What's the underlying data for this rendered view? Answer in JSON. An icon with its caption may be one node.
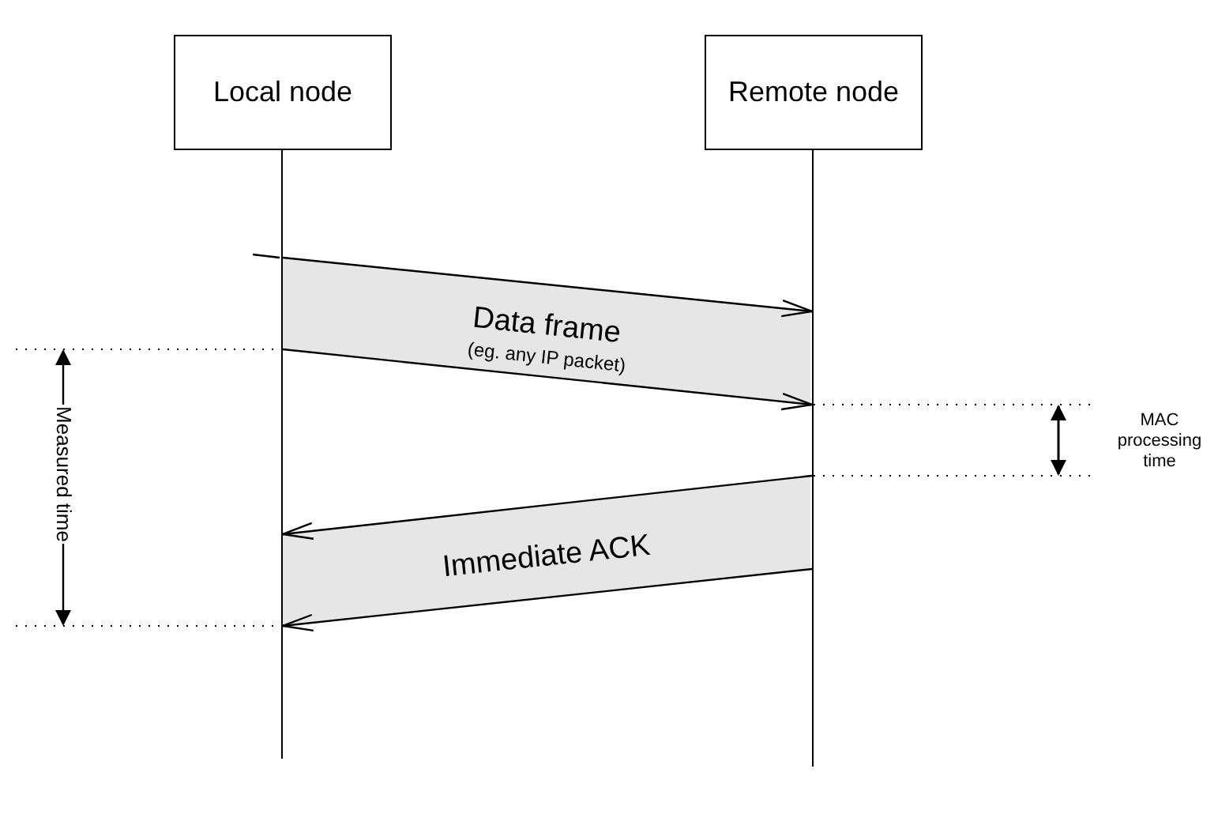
{
  "diagram": {
    "nodes": [
      {
        "text": [
          "Local node"
        ]
      },
      {
        "text": [
          "Remote node"
        ]
      },
      {
        "text": [],
        "shape": "bar"
      },
      {
        "text": [],
        "shape": "bar"
      },
      {
        "text": [
          "Data frame",
          "(eg. any IP packet)"
        ]
      },
      {
        "text": [
          "Immediate ACK"
        ]
      }
    ],
    "edges": [
      {
        "from": 2,
        "to": 3,
        "arrow": "to"
      },
      {
        "from": 2,
        "to": 3,
        "arrow": "to"
      },
      {
        "from": 3,
        "to": 2,
        "arrow": "to"
      },
      {
        "from": 3,
        "to": 2,
        "arrow": "to"
      }
    ],
    "labels": [
      "Measured time",
      "MAC processing time"
    ]
  }
}
